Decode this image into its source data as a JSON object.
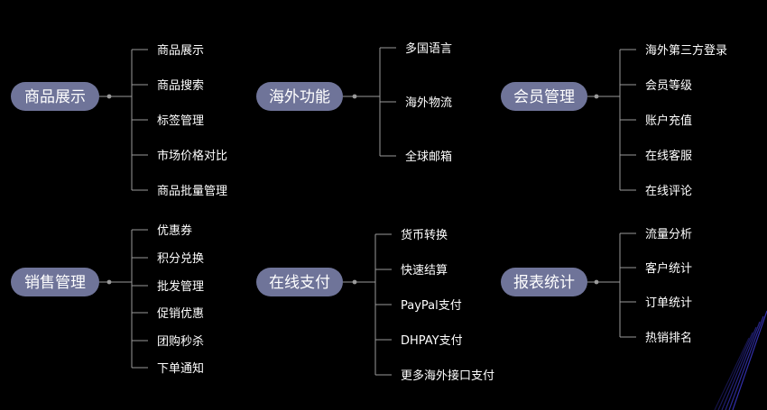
{
  "colors": {
    "background": "#000000",
    "node_fill": "#6f7499",
    "line": "#9a9a9a",
    "text": "#ffffff",
    "accent_lines": "#3b38c8"
  },
  "groups": [
    {
      "title": "商品展示",
      "items": [
        "商品展示",
        "商品搜索",
        "标签管理",
        "市场价格对比",
        "商品批量管理"
      ]
    },
    {
      "title": "海外功能",
      "items": [
        "多国语言",
        "海外物流",
        "全球邮箱"
      ]
    },
    {
      "title": "会员管理",
      "items": [
        "海外第三方登录",
        "会员等级",
        "账户充值",
        "在线客服",
        "在线评论"
      ]
    },
    {
      "title": "销售管理",
      "items": [
        "优惠券",
        "积分兑换",
        "批发管理",
        "促销优惠",
        "团购秒杀",
        "下单通知"
      ]
    },
    {
      "title": "在线支付",
      "items": [
        "货币转换",
        "快速结算",
        "PayPal支付",
        "DHPAY支付",
        "更多海外接口支付"
      ]
    },
    {
      "title": "报表统计",
      "items": [
        "流量分析",
        "客户统计",
        "订单统计",
        "热销排名"
      ]
    }
  ]
}
